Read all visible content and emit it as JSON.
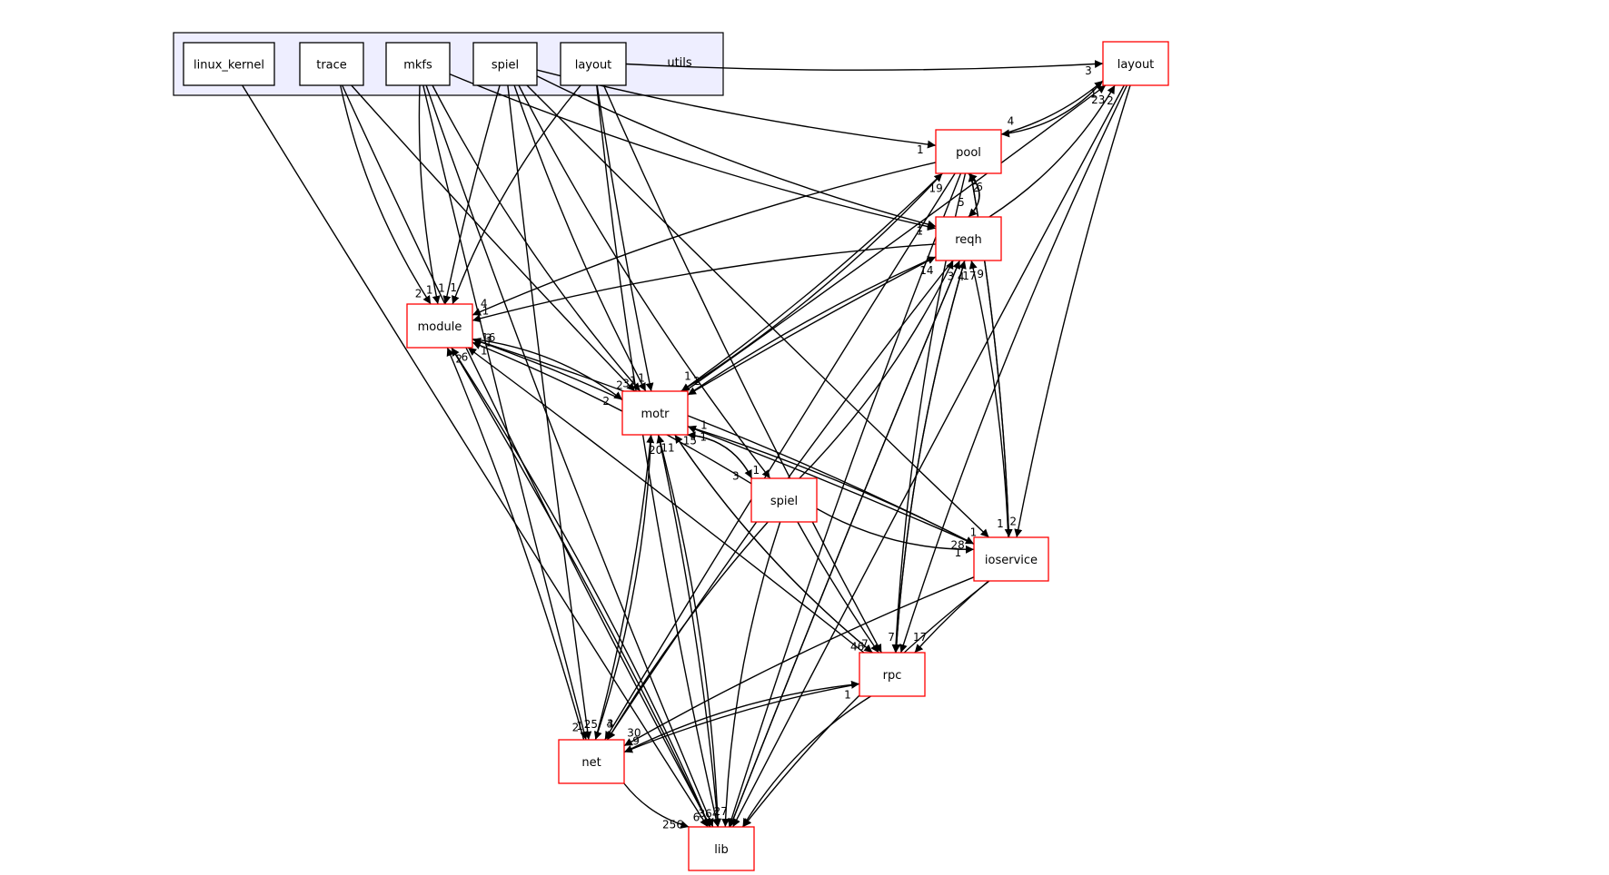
{
  "diagram": {
    "type": "directory-dependency-graph",
    "colors": {
      "cluster_fill": "#eeeeff",
      "cluster_border": "#000000",
      "inner_node_border": "#000000",
      "outer_node_border": "#ff0000",
      "edge": "#000000",
      "background": "#ffffff"
    },
    "cluster": {
      "label": "utils",
      "children": [
        "linux_kernel",
        "trace",
        "mkfs",
        "spiel",
        "layout"
      ]
    },
    "nodes": [
      {
        "id": "u_linux_kernel",
        "label": "linux_kernel",
        "group": "cluster"
      },
      {
        "id": "u_trace",
        "label": "trace",
        "group": "cluster"
      },
      {
        "id": "u_mkfs",
        "label": "mkfs",
        "group": "cluster"
      },
      {
        "id": "u_spiel",
        "label": "spiel",
        "group": "cluster"
      },
      {
        "id": "u_layout",
        "label": "layout",
        "group": "cluster"
      },
      {
        "id": "layout",
        "label": "layout",
        "group": "external"
      },
      {
        "id": "pool",
        "label": "pool",
        "group": "external"
      },
      {
        "id": "reqh",
        "label": "reqh",
        "group": "external"
      },
      {
        "id": "module",
        "label": "module",
        "group": "external"
      },
      {
        "id": "motr",
        "label": "motr",
        "group": "external"
      },
      {
        "id": "spiel",
        "label": "spiel",
        "group": "external"
      },
      {
        "id": "ioservice",
        "label": "ioservice",
        "group": "external"
      },
      {
        "id": "rpc",
        "label": "rpc",
        "group": "external"
      },
      {
        "id": "net",
        "label": "net",
        "group": "external"
      },
      {
        "id": "lib",
        "label": "lib",
        "group": "external"
      }
    ],
    "edges": [
      {
        "from": "u_linux_kernel",
        "to": "lib",
        "label": ""
      },
      {
        "from": "u_trace",
        "to": "lib",
        "label": ""
      },
      {
        "from": "u_trace",
        "to": "module",
        "label": "2"
      },
      {
        "from": "u_trace",
        "to": "motr",
        "label": "2"
      },
      {
        "from": "u_mkfs",
        "to": "module",
        "label": "1"
      },
      {
        "from": "u_mkfs",
        "to": "motr",
        "label": "3"
      },
      {
        "from": "u_mkfs",
        "to": "net",
        "label": "2"
      },
      {
        "from": "u_mkfs",
        "to": "lib",
        "label": ""
      },
      {
        "from": "u_mkfs",
        "to": "reqh",
        "label": "1"
      },
      {
        "from": "u_spiel",
        "to": "module",
        "label": "1"
      },
      {
        "from": "u_spiel",
        "to": "motr",
        "label": "1"
      },
      {
        "from": "u_spiel",
        "to": "spiel",
        "label": "1"
      },
      {
        "from": "u_spiel",
        "to": "net",
        "label": "1"
      },
      {
        "from": "u_spiel",
        "to": "pool",
        "label": "1"
      },
      {
        "from": "u_spiel",
        "to": "reqh",
        "label": "1"
      },
      {
        "from": "u_spiel",
        "to": "ioservice",
        "label": "1"
      },
      {
        "from": "u_layout",
        "to": "layout",
        "label": "3"
      },
      {
        "from": "u_layout",
        "to": "module",
        "label": "1"
      },
      {
        "from": "u_layout",
        "to": "motr",
        "label": "1"
      },
      {
        "from": "u_layout",
        "to": "rpc",
        "label": ""
      },
      {
        "from": "u_layout",
        "to": "lib",
        "label": ""
      },
      {
        "from": "motr",
        "to": "layout",
        "label": "23"
      },
      {
        "from": "pool",
        "to": "layout",
        "label": "1"
      },
      {
        "from": "reqh",
        "to": "layout",
        "label": "2"
      },
      {
        "from": "layout",
        "to": "pool",
        "label": "4"
      },
      {
        "from": "layout",
        "to": "ioservice",
        "label": "2"
      },
      {
        "from": "layout",
        "to": "rpc",
        "label": ""
      },
      {
        "from": "layout",
        "to": "lib",
        "label": ""
      },
      {
        "from": "motr",
        "to": "pool",
        "label": "19"
      },
      {
        "from": "reqh",
        "to": "pool",
        "label": "2"
      },
      {
        "from": "pool",
        "to": "reqh",
        "label": "5"
      },
      {
        "from": "ioservice",
        "to": "pool",
        "label": "6"
      },
      {
        "from": "pool",
        "to": "module",
        "label": "4"
      },
      {
        "from": "pool",
        "to": "motr",
        "label": "1"
      },
      {
        "from": "pool",
        "to": "ioservice",
        "label": "1"
      },
      {
        "from": "pool",
        "to": "rpc",
        "label": ""
      },
      {
        "from": "pool",
        "to": "net",
        "label": ""
      },
      {
        "from": "pool",
        "to": "lib",
        "label": ""
      },
      {
        "from": "reqh",
        "to": "module",
        "label": "1"
      },
      {
        "from": "reqh",
        "to": "motr",
        "label": "2"
      },
      {
        "from": "reqh",
        "to": "net",
        "label": "4"
      },
      {
        "from": "reqh",
        "to": "rpc",
        "label": "7"
      },
      {
        "from": "reqh",
        "to": "lib",
        "label": ""
      },
      {
        "from": "motr",
        "to": "reqh",
        "label": "14"
      },
      {
        "from": "spiel",
        "to": "reqh",
        "label": "3"
      },
      {
        "from": "rpc",
        "to": "reqh",
        "label": "17"
      },
      {
        "from": "ioservice",
        "to": "reqh",
        "label": "9"
      },
      {
        "from": "lib",
        "to": "reqh",
        "label": "4"
      },
      {
        "from": "motr",
        "to": "module",
        "label": "16"
      },
      {
        "from": "spiel",
        "to": "module",
        "label": "1"
      },
      {
        "from": "ioservice",
        "to": "module",
        "label": "3"
      },
      {
        "from": "rpc",
        "to": "module",
        "label": "1"
      },
      {
        "from": "net",
        "to": "module",
        "label": "2"
      },
      {
        "from": "lib",
        "to": "module",
        "label": "6"
      },
      {
        "from": "module",
        "to": "motr",
        "label": "2"
      },
      {
        "from": "module",
        "to": "lib",
        "label": "6"
      },
      {
        "from": "spiel",
        "to": "motr",
        "label": "1"
      },
      {
        "from": "ioservice",
        "to": "motr",
        "label": "1"
      },
      {
        "from": "net",
        "to": "motr",
        "label": "20"
      },
      {
        "from": "lib",
        "to": "motr",
        "label": "11"
      },
      {
        "from": "motr",
        "to": "spiel",
        "label": "3"
      },
      {
        "from": "motr",
        "to": "ioservice",
        "label": "28"
      },
      {
        "from": "motr",
        "to": "rpc",
        "label": "46"
      },
      {
        "from": "motr",
        "to": "net",
        "label": "25"
      },
      {
        "from": "motr",
        "to": "lib",
        "label": "364"
      },
      {
        "from": "spiel",
        "to": "ioservice",
        "label": "1"
      },
      {
        "from": "spiel",
        "to": "rpc",
        "label": "7"
      },
      {
        "from": "spiel",
        "to": "net",
        "label": "3"
      },
      {
        "from": "spiel",
        "to": "lib",
        "label": "27"
      },
      {
        "from": "ioservice",
        "to": "rpc",
        "label": "17"
      },
      {
        "from": "ioservice",
        "to": "net",
        "label": "30"
      },
      {
        "from": "ioservice",
        "to": "lib",
        "label": ""
      },
      {
        "from": "rpc",
        "to": "motr",
        "label": "15"
      },
      {
        "from": "rpc",
        "to": "net",
        "label": "9"
      },
      {
        "from": "rpc",
        "to": "lib",
        "label": ""
      },
      {
        "from": "net",
        "to": "rpc",
        "label": "1"
      },
      {
        "from": "net",
        "to": "lib",
        "label": "256"
      }
    ],
    "extra_labels": [
      "21",
      "6",
      "1",
      "4",
      "1",
      "1",
      "20",
      "1",
      "1",
      "2",
      "1",
      "8",
      "2"
    ]
  }
}
